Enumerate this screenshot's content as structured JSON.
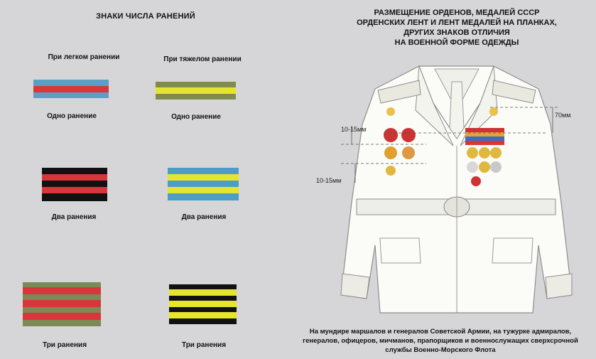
{
  "left": {
    "title": "ЗНАКИ ЧИСЛА РАНЕНИЙ",
    "col_light": "При легком ранении",
    "col_heavy": "При тяжелом ранении",
    "rows": [
      {
        "light": "Одно ранение",
        "heavy": "Одно ранение"
      },
      {
        "light": "Два ранения",
        "heavy": "Два ранения"
      },
      {
        "light": "Три ранения",
        "heavy": "Три ранения"
      }
    ],
    "colors": {
      "light_blue_bg": "#5b9fc5",
      "light_red": "#d8363a",
      "light_black_bg": "#111111",
      "light_olive_bg": "#7d8a58",
      "heavy_olive_bg": "#7f8c4e",
      "heavy_yellow": "#e6e52e",
      "heavy_blue_bg": "#4c9ec8"
    }
  },
  "right": {
    "title_lines": [
      "РАЗМЕЩЕНИЕ ОРДЕНОВ, МЕДАЛЕЙ СССР",
      "ОРДЕНСКИХ ЛЕНТ И ЛЕНТ МЕДАЛЕЙ НА ПЛАНКАХ,",
      "ДРУГИХ ЗНАКОВ ОТЛИЧИЯ",
      "НА ВОЕННОЙ ФОРМЕ ОДЕЖДЫ"
    ],
    "dim_70": "70мм",
    "dim_10_15_top": "10-15мм",
    "dim_10_15_bottom": "10-15мм",
    "note_lines": [
      "На мундире маршалов и генералов Советской Армии, на тужурке адмиралов,",
      "генералов, офицеров, мичманов, прапорщиков и военнослужащих сверхсрочной",
      "службы Военно-Морского Флота"
    ]
  }
}
